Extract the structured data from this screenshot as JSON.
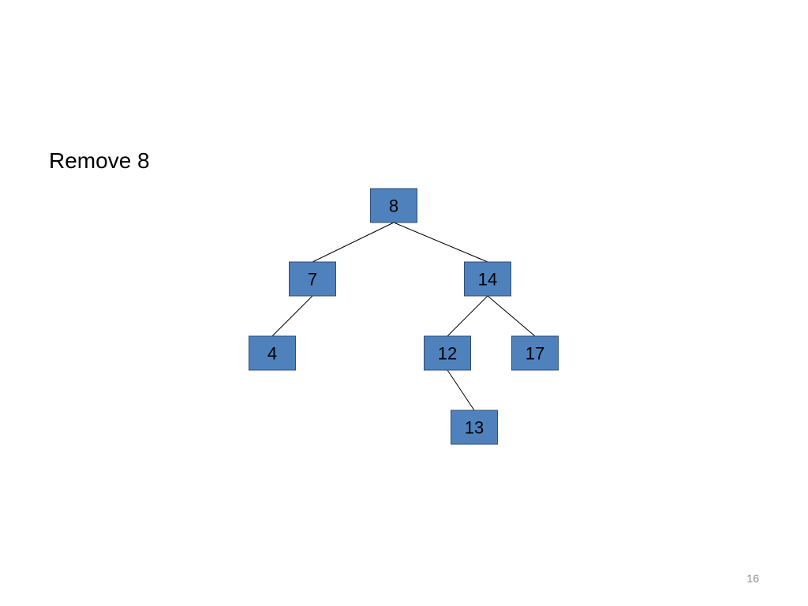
{
  "slide": {
    "title": "Remove 8",
    "page_number": "16"
  },
  "colors": {
    "node_fill": "#4f81bd",
    "node_border": "#2f4f73",
    "edge": "#000000"
  },
  "tree": {
    "nodes": [
      {
        "id": "n8",
        "label": "8"
      },
      {
        "id": "n7",
        "label": "7"
      },
      {
        "id": "n14",
        "label": "14"
      },
      {
        "id": "n4",
        "label": "4"
      },
      {
        "id": "n12",
        "label": "12"
      },
      {
        "id": "n17",
        "label": "17"
      },
      {
        "id": "n13",
        "label": "13"
      }
    ],
    "edges": [
      {
        "from": "n8",
        "to": "n7"
      },
      {
        "from": "n8",
        "to": "n14"
      },
      {
        "from": "n7",
        "to": "n4"
      },
      {
        "from": "n14",
        "to": "n12"
      },
      {
        "from": "n14",
        "to": "n17"
      },
      {
        "from": "n12",
        "to": "n13"
      }
    ]
  }
}
